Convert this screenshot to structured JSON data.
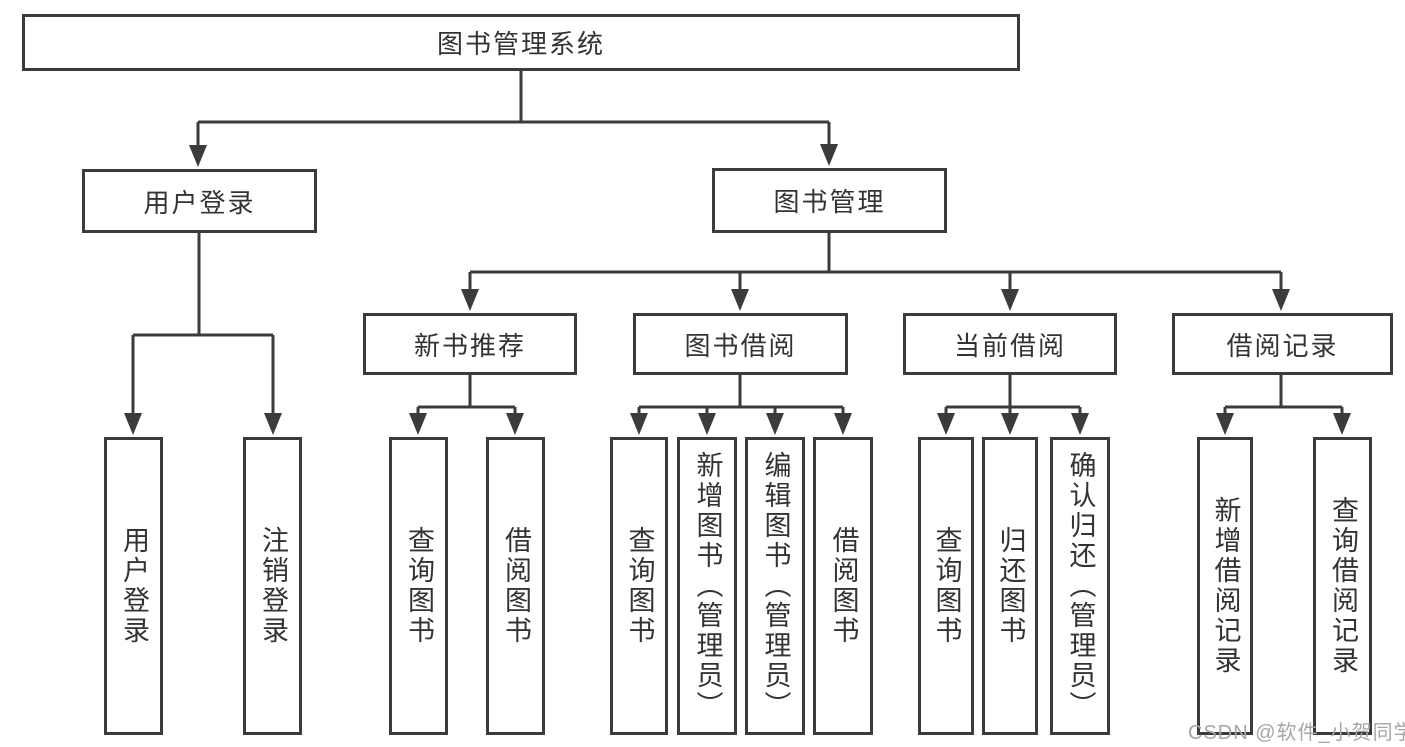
{
  "diagram": {
    "type": "hierarchy-tree",
    "tree": {
      "root": {
        "label": "图书管理系统"
      },
      "branches": [
        {
          "label": "用户登录",
          "children": [
            {
              "label": "用户登录"
            },
            {
              "label": "注销登录"
            }
          ]
        },
        {
          "label": "图书管理",
          "children": [
            {
              "label": "新书推荐",
              "children": [
                {
                  "label": "查询图书"
                },
                {
                  "label": "借阅图书"
                }
              ]
            },
            {
              "label": "图书借阅",
              "children": [
                {
                  "label": "查询图书"
                },
                {
                  "label": "新增图书（管理员）"
                },
                {
                  "label": "编辑图书（管理员）"
                },
                {
                  "label": "借阅图书"
                }
              ]
            },
            {
              "label": "当前借阅",
              "children": [
                {
                  "label": "查询图书"
                },
                {
                  "label": "归还图书"
                },
                {
                  "label": "确认归还（管理员）"
                }
              ]
            },
            {
              "label": "借阅记录",
              "children": [
                {
                  "label": "新增借阅记录"
                },
                {
                  "label": "查询借阅记录"
                }
              ]
            }
          ]
        }
      ]
    },
    "watermark": "CSDN @软件_小贺同学",
    "colors": {
      "line": "#3b3b3b",
      "box_border": "#3b3b3b",
      "box_fill": "#ffffff",
      "text": "#333333",
      "watermark_text": "#a6a6a6",
      "background": "#ffffff"
    }
  }
}
